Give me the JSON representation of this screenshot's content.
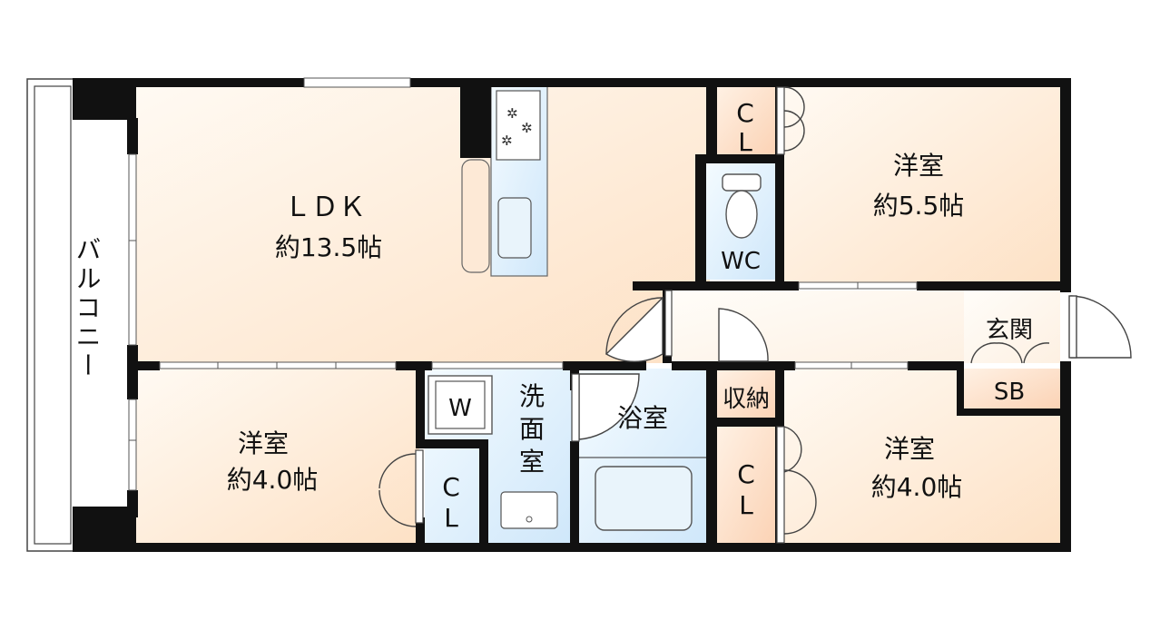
{
  "floorplan": {
    "balcony": {
      "label": "バルコニー"
    },
    "ldk": {
      "name": "ＬＤＫ",
      "size": "約13.5帖"
    },
    "western_room_ne": {
      "name": "洋室",
      "size": "約5.5帖"
    },
    "western_room_sw": {
      "name": "洋室",
      "size": "約4.0帖"
    },
    "western_room_se": {
      "name": "洋室",
      "size": "約4.0帖"
    },
    "closet_top": {
      "line1": "C",
      "line2": "L"
    },
    "closet_sw": {
      "line1": "C",
      "line2": "L"
    },
    "closet_se": {
      "line1": "C",
      "line2": "L"
    },
    "toilet": {
      "label": "WC"
    },
    "entrance": {
      "label": "玄関"
    },
    "shoe_box": {
      "label": "SB"
    },
    "storage": {
      "label": "収納"
    },
    "washroom": {
      "chars": [
        "洗",
        "面",
        "室"
      ]
    },
    "washer": {
      "label": "W"
    },
    "bathroom": {
      "label": "浴室"
    }
  },
  "colors": {
    "wall": "#111111",
    "living_fill": "#fde3c9",
    "water_fill": "#d7ecfb",
    "closet_fill": "#fcd8bf"
  }
}
